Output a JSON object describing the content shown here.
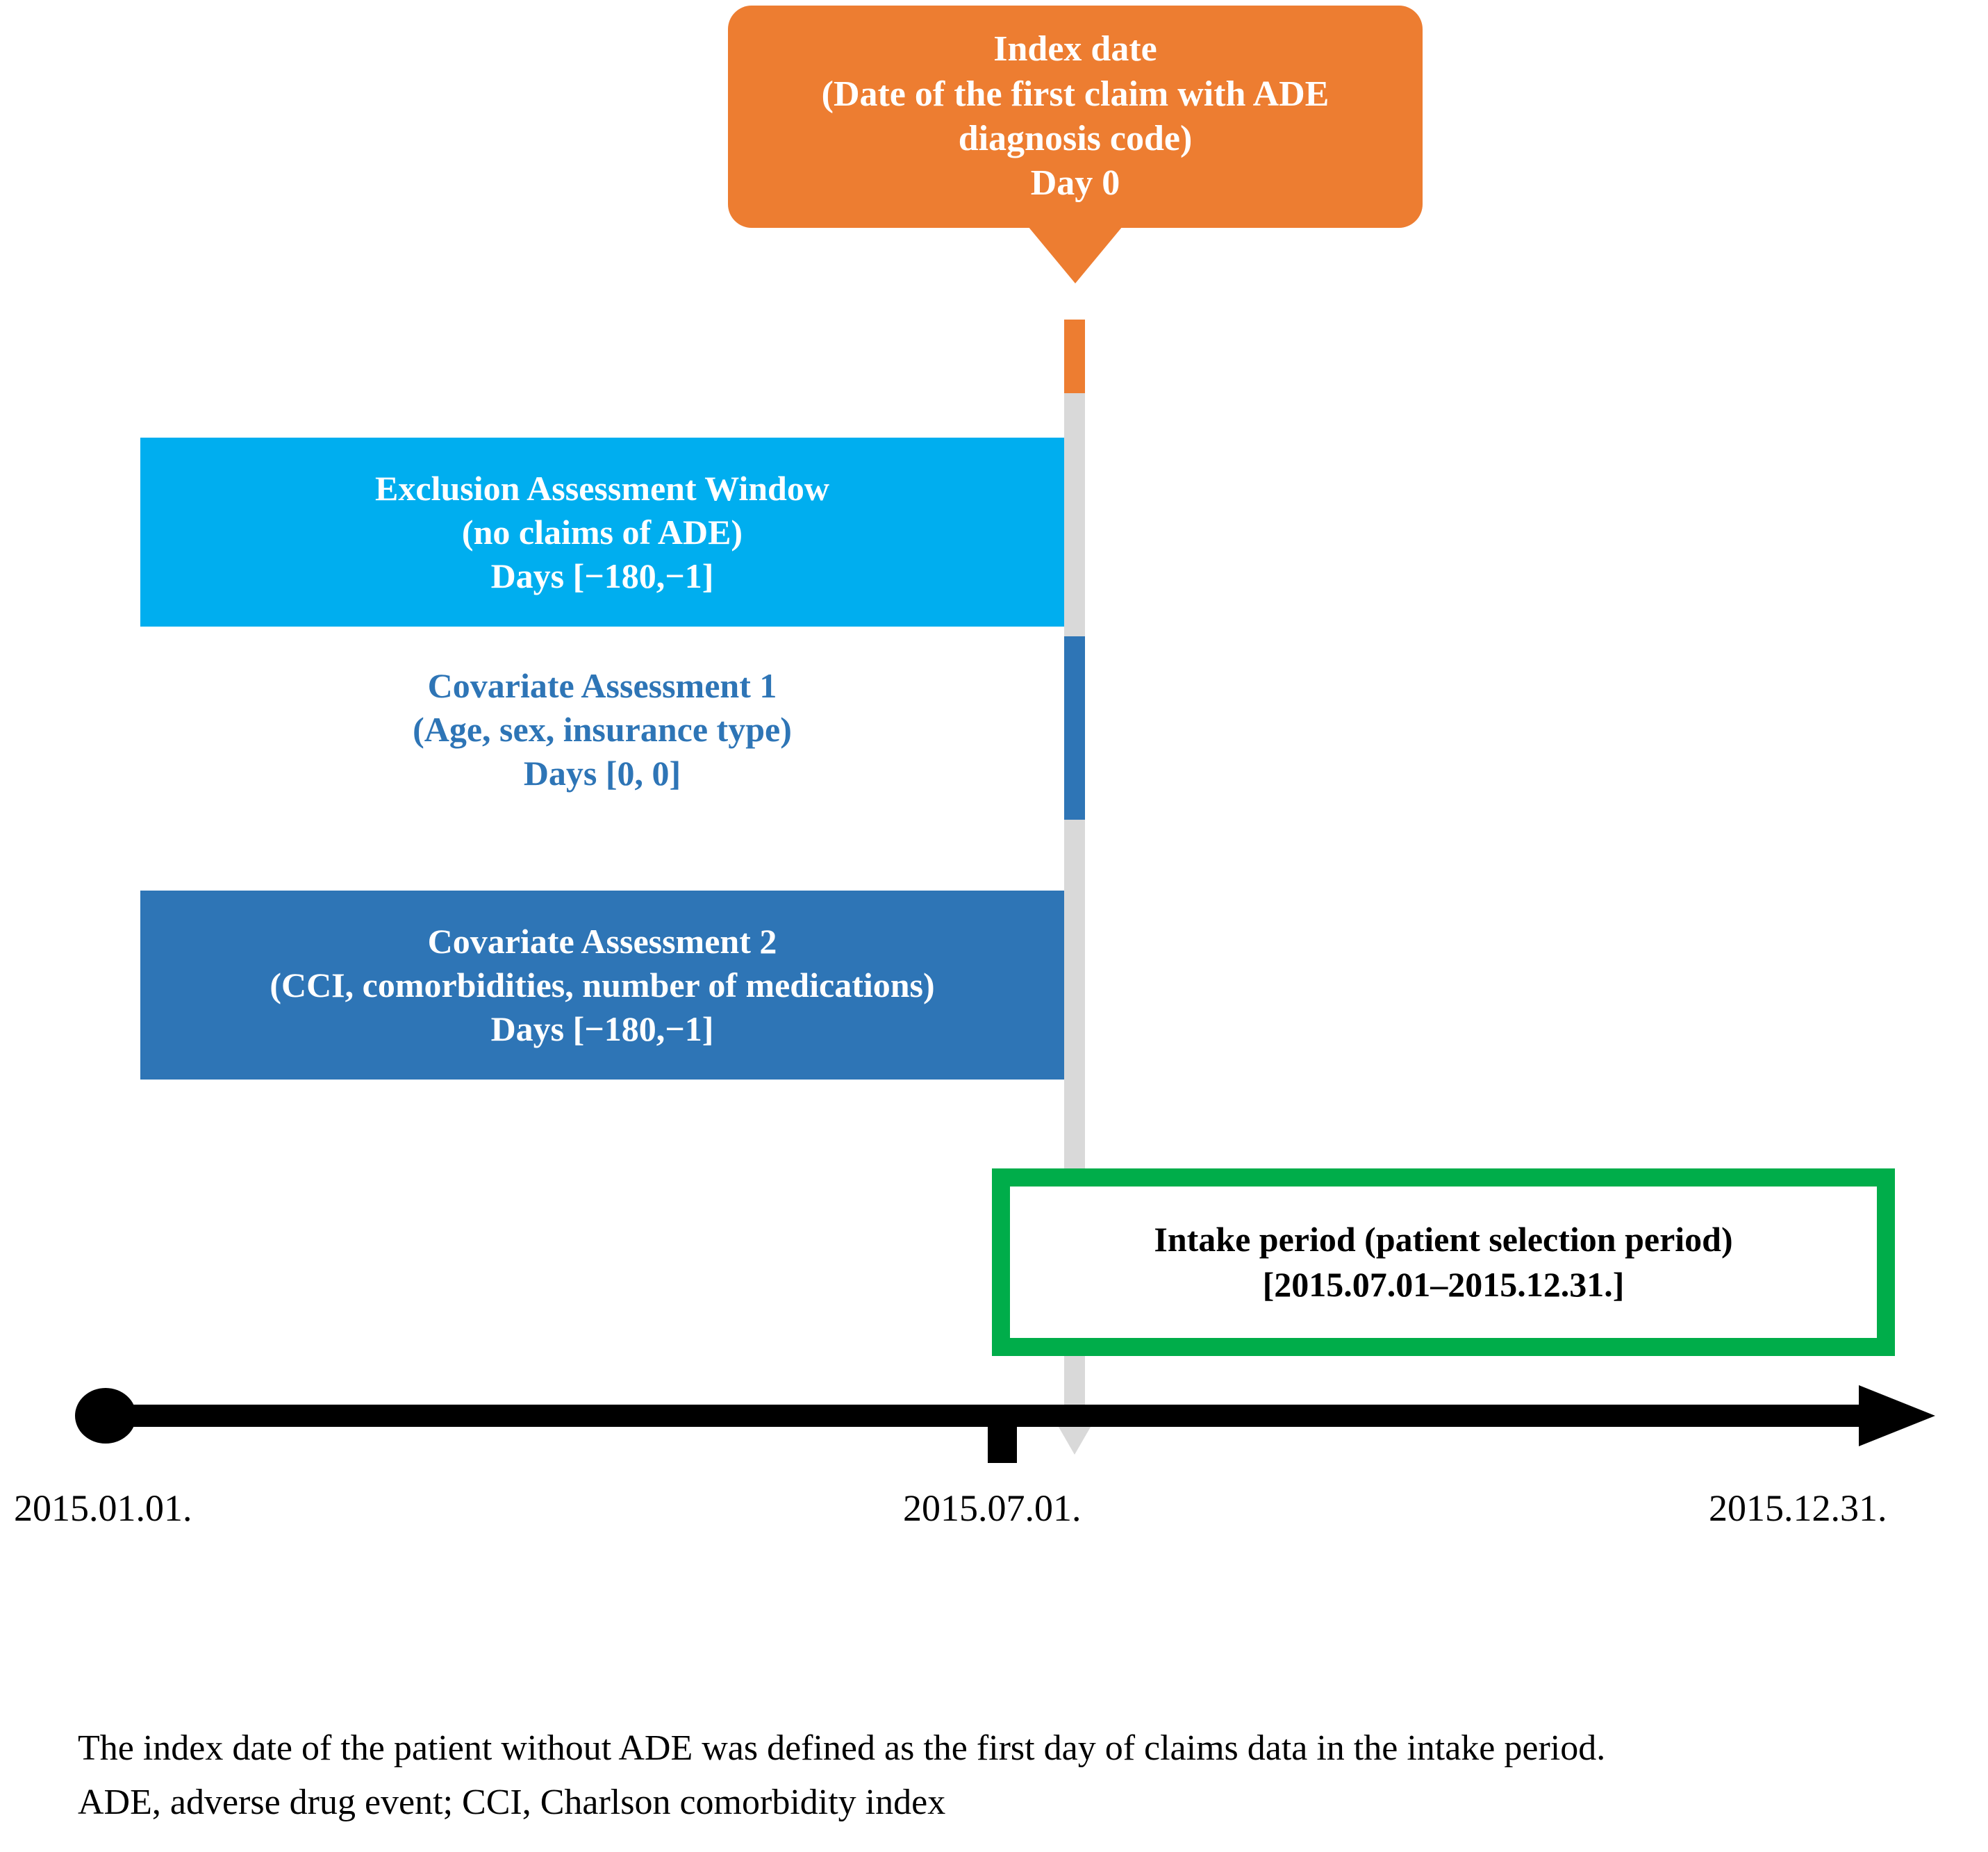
{
  "figure": {
    "type": "study-design-timeline",
    "colors": {
      "orange": "#ED7D31",
      "light_blue": "#00AEEF",
      "dark_blue": "#2E75B6",
      "green": "#00AD4A",
      "gray_line": "#d9d9d9",
      "axis": "#000000"
    }
  },
  "index_callout": {
    "line1": "Index date",
    "line2": "(Date of the first claim with ADE",
    "line3": "diagnosis code)",
    "line4": "Day 0"
  },
  "bands": [
    {
      "id": "exclusion-assessment-window",
      "title": "Exclusion Assessment Window",
      "detail": "(no claims of ADE)",
      "days": "Days [−180,−1]",
      "style": "filled-light-blue"
    },
    {
      "id": "covariate-assessment-1",
      "title": "Covariate Assessment 1",
      "detail": "(Age, sex, insurance type)",
      "days": "Days [0, 0]",
      "style": "plain-text-blue"
    },
    {
      "id": "covariate-assessment-2",
      "title": "Covariate Assessment 2",
      "detail": "(CCI, comorbidities, number of medications)",
      "days": "Days [−180,−1]",
      "style": "filled-dark-blue"
    }
  ],
  "intake": {
    "title": "Intake period (patient selection period)",
    "range": "[2015.07.01–2015.12.31.]"
  },
  "axis": {
    "start_label": "2015.01.01.",
    "middle_label": "2015.07.01.",
    "end_label": "2015.12.31."
  },
  "footnote": {
    "line1": "The index date of the patient without ADE was defined as the first day of claims data in the intake period.",
    "line2": "ADE, adverse drug event; CCI, Charlson comorbidity index"
  }
}
